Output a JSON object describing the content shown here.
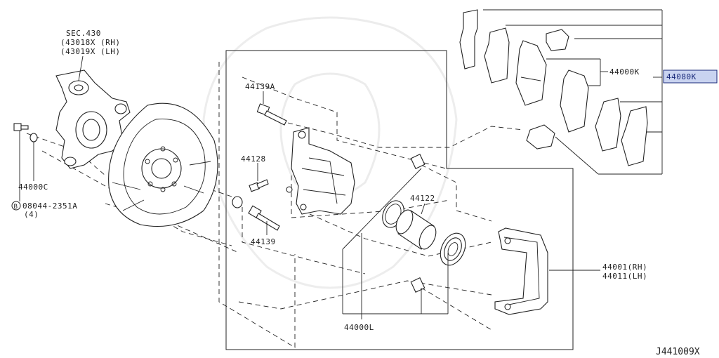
{
  "labels": {
    "sec_430": "SEC.430",
    "sec_430_rh": "(43018X (RH)",
    "sec_430_lh": "(43019X (LH)",
    "p44000c": "44000C",
    "p08044": "08044-2351A",
    "p08044_qty": "(4)",
    "bolt_marker": "B",
    "p44139a": "44139A",
    "p44128": "44128",
    "p44139": "44139",
    "p44122": "44122",
    "p44000l": "44000L",
    "p44000k": "44000K",
    "p44080k": "44080K",
    "p44001_rh": "44001(RH)",
    "p44011_lh": "44011(LH)",
    "diagram_id": "J441009X"
  },
  "colors": {
    "line": "#222222",
    "highlight_fill": "#c9d3f0",
    "highlight_border": "#1a2a7a"
  }
}
